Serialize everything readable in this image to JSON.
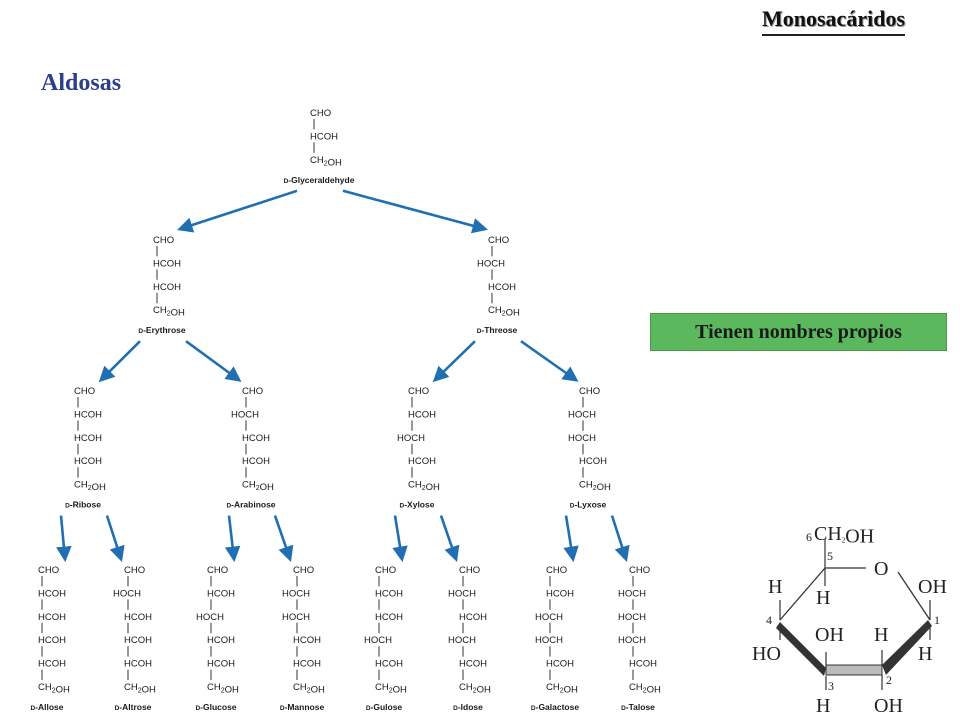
{
  "header": {
    "title": "Monosacáridos",
    "subtitle": "Aldosas"
  },
  "note": "Tienen nombres propios",
  "tree": {
    "level1": [
      {
        "name": "D-Glyceraldehyde",
        "chain": [
          "CHO",
          "HCOH",
          "CH2OH"
        ]
      }
    ],
    "level2": [
      {
        "name": "D-Erythrose",
        "chain": [
          "CHO",
          "HCOH",
          "HCOH",
          "CH2OH"
        ]
      },
      {
        "name": "D-Threose",
        "chain": [
          "CHO",
          "HOCH",
          "HCOH",
          "CH2OH"
        ]
      }
    ],
    "level3": [
      {
        "name": "D-Ribose",
        "chain": [
          "CHO",
          "HCOH",
          "HCOH",
          "HCOH",
          "CH2OH"
        ]
      },
      {
        "name": "D-Arabinose",
        "chain": [
          "CHO",
          "HOCH",
          "HCOH",
          "HCOH",
          "CH2OH"
        ]
      },
      {
        "name": "D-Xylose",
        "chain": [
          "CHO",
          "HCOH",
          "HOCH",
          "HCOH",
          "CH2OH"
        ]
      },
      {
        "name": "D-Lyxose",
        "chain": [
          "CHO",
          "HOCH",
          "HOCH",
          "HCOH",
          "CH2OH"
        ]
      }
    ],
    "level4": [
      {
        "name": "D-Allose",
        "chain": [
          "CHO",
          "HCOH",
          "HCOH",
          "HCOH",
          "HCOH",
          "CH2OH"
        ]
      },
      {
        "name": "D-Altrose",
        "chain": [
          "CHO",
          "HOCH",
          "HCOH",
          "HCOH",
          "HCOH",
          "CH2OH"
        ]
      },
      {
        "name": "D-Glucose",
        "chain": [
          "CHO",
          "HCOH",
          "HOCH",
          "HCOH",
          "HCOH",
          "CH2OH"
        ]
      },
      {
        "name": "D-Mannose",
        "chain": [
          "CHO",
          "HOCH",
          "HOCH",
          "HCOH",
          "HCOH",
          "CH2OH"
        ]
      },
      {
        "name": "D-Gulose",
        "chain": [
          "CHO",
          "HCOH",
          "HCOH",
          "HOCH",
          "HCOH",
          "CH2OH"
        ]
      },
      {
        "name": "D-Idose",
        "chain": [
          "CHO",
          "HOCH",
          "HCOH",
          "HOCH",
          "HCOH",
          "CH2OH"
        ]
      },
      {
        "name": "D-Galactose",
        "chain": [
          "CHO",
          "HCOH",
          "HOCH",
          "HOCH",
          "HCOH",
          "CH2OH"
        ]
      },
      {
        "name": "D-Talose",
        "chain": [
          "CHO",
          "HOCH",
          "HOCH",
          "HOCH",
          "HCOH",
          "CH2OH"
        ]
      }
    ]
  },
  "ring": {
    "labels": [
      "6",
      "CH2OH",
      "5",
      "O",
      "H",
      "OH",
      "H",
      "4",
      "1",
      "OH",
      "H",
      "HO",
      "H",
      "3",
      "2",
      "H",
      "OH"
    ]
  },
  "colors": {
    "arrow": "#1f6fb2",
    "note_bg": "#5cb85c",
    "subtitle": "#2c3f8a"
  }
}
